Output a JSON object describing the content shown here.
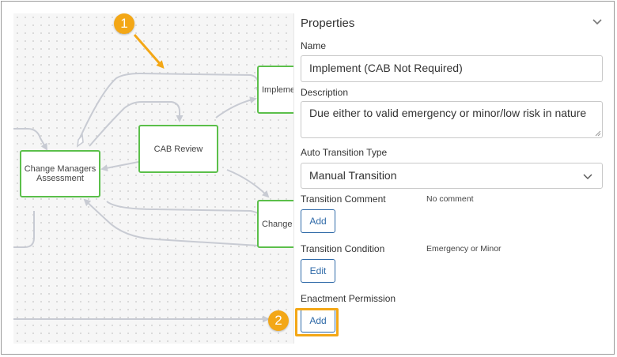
{
  "diagram": {
    "nodes": [
      {
        "id": "change-managers-assessment",
        "label": "Change Managers\nAssessment"
      },
      {
        "id": "cab-review",
        "label": "CAB Review"
      },
      {
        "id": "implement",
        "label": "Impleme"
      },
      {
        "id": "change",
        "label": "Change"
      }
    ]
  },
  "properties": {
    "title": "Properties",
    "name_label": "Name",
    "name_value": "Implement (CAB Not Required)",
    "description_label": "Description",
    "description_value": "Due either to valid emergency or minor/low risk in nature",
    "auto_transition_label": "Auto Transition Type",
    "auto_transition_value": "Manual Transition",
    "transition_comment_label": "Transition Comment",
    "transition_comment_value": "No comment",
    "transition_comment_button": "Add",
    "transition_condition_label": "Transition Condition",
    "transition_condition_value": "Emergency or Minor",
    "transition_condition_button": "Edit",
    "enactment_permission_label": "Enactment Permission",
    "enactment_permission_button": "Add"
  },
  "callouts": {
    "one": "1",
    "two": "2"
  },
  "colors": {
    "node_border": "#5bbf4a",
    "accent": "#f3a716",
    "button": "#2f6aa8",
    "edge": "#c8cbd3"
  },
  "icons": {
    "collapse": "chevron-down-icon",
    "select": "chevron-down-icon"
  }
}
